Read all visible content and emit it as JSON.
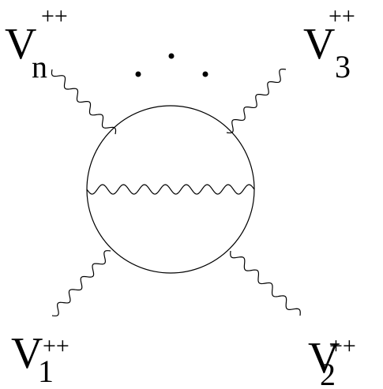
{
  "labels": {
    "vn": {
      "main": "V",
      "sub": "n",
      "sup": "++"
    },
    "v3": {
      "main": "V",
      "sub": "3",
      "sup": "++"
    },
    "v1": {
      "main": "V",
      "sub": "1",
      "sup": "++"
    },
    "v2": {
      "main": "V",
      "sub": "2",
      "sup": "++"
    }
  },
  "ellipsis_dots": 3
}
